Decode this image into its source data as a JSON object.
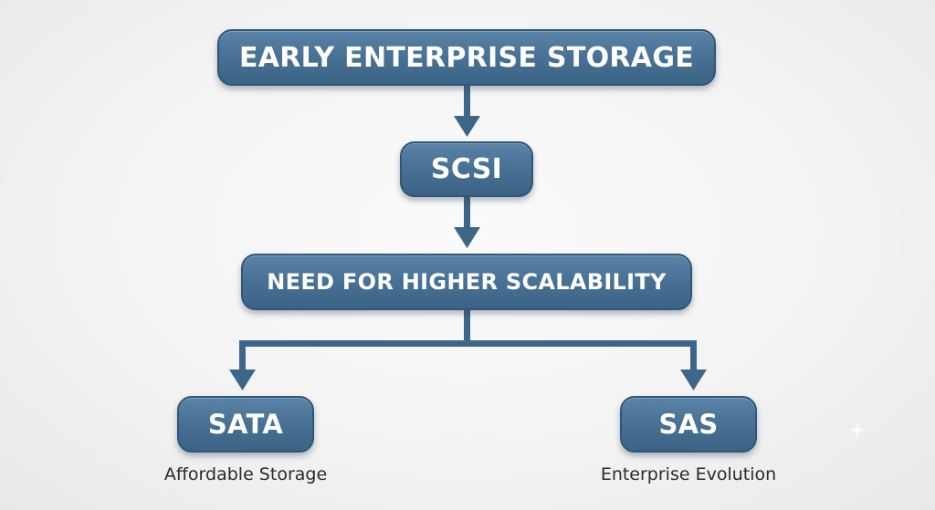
{
  "diagram": {
    "nodes": {
      "top": "EARLY ENTERPRISE STORAGE",
      "scsi": "SCSI",
      "need": "NEED FOR HIGHER SCALABILITY",
      "sata": "SATA",
      "sas": "SAS"
    },
    "captions": {
      "sata": "Affordable Storage",
      "sas": "Enterprise Evolution"
    },
    "edges": [
      {
        "from": "top",
        "to": "scsi"
      },
      {
        "from": "scsi",
        "to": "need"
      },
      {
        "from": "need",
        "to": "sata"
      },
      {
        "from": "need",
        "to": "sas"
      }
    ],
    "colors": {
      "node_fill": "#4a7296",
      "node_border": "#2f5577",
      "connector": "#3e6688",
      "node_text": "#ffffff",
      "caption_text": "#2a2a2a"
    }
  }
}
